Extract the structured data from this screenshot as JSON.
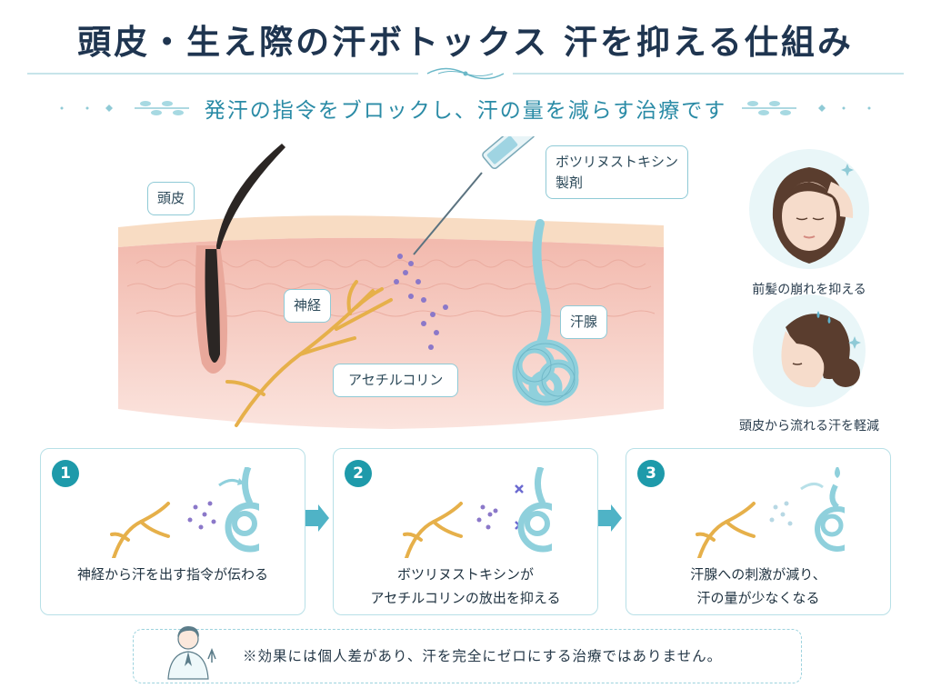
{
  "header": {
    "title": "頭皮・生え際の汗ボトックス 汗を抑える仕組み",
    "subtitle": "発汗の指令をブロックし、汗の量を減らす治療です"
  },
  "diagram": {
    "labels": {
      "scalp": "頭皮",
      "botox_line1": "ボツリヌストキシン",
      "botox_line2": "製剤",
      "nerve": "神経",
      "sweat_gland": "汗腺",
      "acetylcholine": "アセチルコリン"
    }
  },
  "effects": [
    {
      "caption": "前髪の崩れを抑える"
    },
    {
      "caption": "頭皮から流れる汗を軽減"
    }
  ],
  "steps": [
    {
      "num": "1",
      "line1": "神経から汗を出す指令が伝わる",
      "line2": ""
    },
    {
      "num": "2",
      "line1": "ボツリヌストキシンが",
      "line2": "アセチルコリンの放出を抑える"
    },
    {
      "num": "3",
      "line1": "汗腺への刺激が減り、",
      "line2": "汗の量が少なくなる"
    }
  ],
  "note": {
    "text": "※効果には個人差があり、汗を完全にゼロにする治療ではありません。"
  },
  "colors": {
    "accent": "#2a8ba6",
    "step_badge": "#1e9aaa",
    "nerve": "#e6b04a",
    "gland": "#8fd0dc",
    "skin": "#f4c6bc"
  }
}
